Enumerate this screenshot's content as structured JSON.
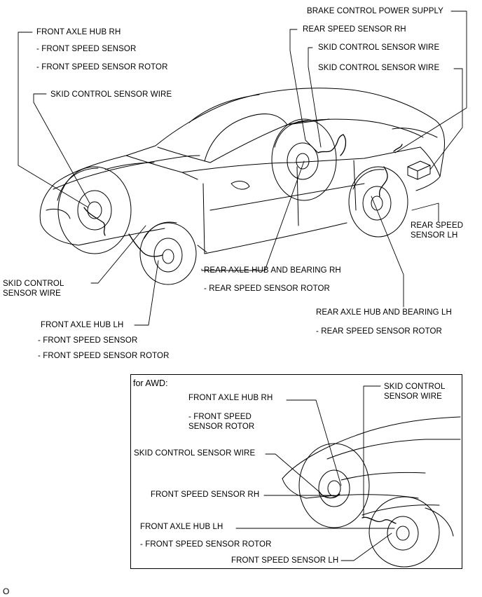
{
  "labels": {
    "brake_power": "BRAKE CONTROL POWER SUPPLY",
    "rear_speed_rh": "REAR SPEED SENSOR RH",
    "skid_wire_1": "SKID CONTROL SENSOR WIRE",
    "skid_wire_2": "SKID CONTROL SENSOR WIRE",
    "front_axle_rh": "FRONT AXLE HUB RH",
    "front_speed_sensor": "- FRONT SPEED SENSOR",
    "front_speed_rotor": "- FRONT SPEED SENSOR ROTOR",
    "skid_wire_left": "SKID CONTROL SENSOR WIRE",
    "rear_speed_lh_1": "REAR SPEED",
    "rear_speed_lh_2": "SENSOR LH",
    "rear_axle_rh": "REAR AXLE HUB AND BEARING RH",
    "rear_rotor_rh": "- REAR SPEED SENSOR ROTOR",
    "skid_wire_low_1": "SKID CONTROL",
    "skid_wire_low_2": "SENSOR WIRE",
    "rear_axle_lh": "REAR AXLE HUB AND BEARING LH",
    "rear_rotor_lh": "- REAR SPEED SENSOR ROTOR",
    "front_axle_lh": "FRONT AXLE HUB LH",
    "front_speed_sensor_lh": "- FRONT SPEED SENSOR",
    "front_speed_rotor_lh": "- FRONT SPEED SENSOR ROTOR"
  },
  "inset": {
    "title": "for AWD:",
    "front_axle_rh": "FRONT AXLE HUB RH",
    "rotor_1": "- FRONT SPEED",
    "rotor_2": "SENSOR ROTOR",
    "skid_wire": "SKID CONTROL SENSOR WIRE",
    "skid_wire_r1": "SKID CONTROL",
    "skid_wire_r2": "SENSOR WIRE",
    "front_speed_rh": "FRONT SPEED SENSOR RH",
    "front_axle_lh": "FRONT AXLE HUB LH",
    "rotor_lh": "- FRONT SPEED SENSOR ROTOR",
    "front_speed_lh": "FRONT SPEED SENSOR LH"
  },
  "footer": {
    "code": "O"
  }
}
